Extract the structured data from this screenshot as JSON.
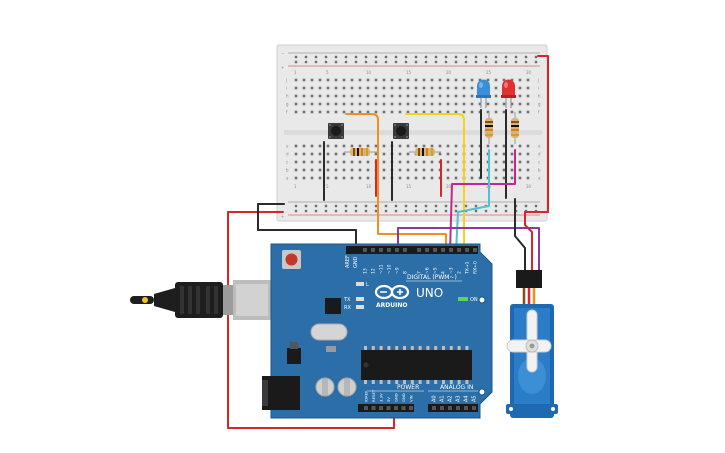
{
  "board": {
    "logo": "UNO",
    "brand": "ARDUINO",
    "digital_header": "DIGITAL (PWM~)",
    "power_header": "POWER",
    "analog_header": "ANALOG IN",
    "on_label": "ON",
    "l_label": "L",
    "tx_label": "TX",
    "rx_label": "RX",
    "aref_label": "AREF",
    "gnd_label": "GND",
    "digital_pins": [
      "13",
      "12",
      "~11",
      "~10",
      "~9",
      "8",
      "7",
      "~6",
      "~5",
      "4",
      "~3",
      "2",
      "TX→1",
      "RX←0"
    ],
    "power_pins": [
      "IOREF",
      "RESET",
      "3.3V",
      "5V",
      "GND",
      "GND",
      "VIN"
    ],
    "analog_pins": [
      "A0",
      "A1",
      "A2",
      "A3",
      "A4",
      "A5"
    ]
  },
  "breadboard": {
    "row_letters_top": [
      "j",
      "i",
      "h",
      "g",
      "f"
    ],
    "row_letters_bottom": [
      "e",
      "d",
      "c",
      "b",
      "a"
    ],
    "rail_minus": "−",
    "rail_plus": "+",
    "col_numbers": [
      "1",
      "5",
      "10",
      "15",
      "20",
      "25",
      "30"
    ]
  },
  "colors": {
    "wire_red": "#d6262a",
    "wire_black": "#2b2b2b",
    "wire_orange": "#f0901e",
    "wire_yellow": "#f6d21b",
    "wire_purple": "#8b3aa0",
    "wire_magenta": "#c2288e",
    "wire_cyan": "#4cc3d3",
    "board_blue": "#2b6ea8",
    "led_blue": "#3a8fd8",
    "led_red": "#e03030"
  }
}
